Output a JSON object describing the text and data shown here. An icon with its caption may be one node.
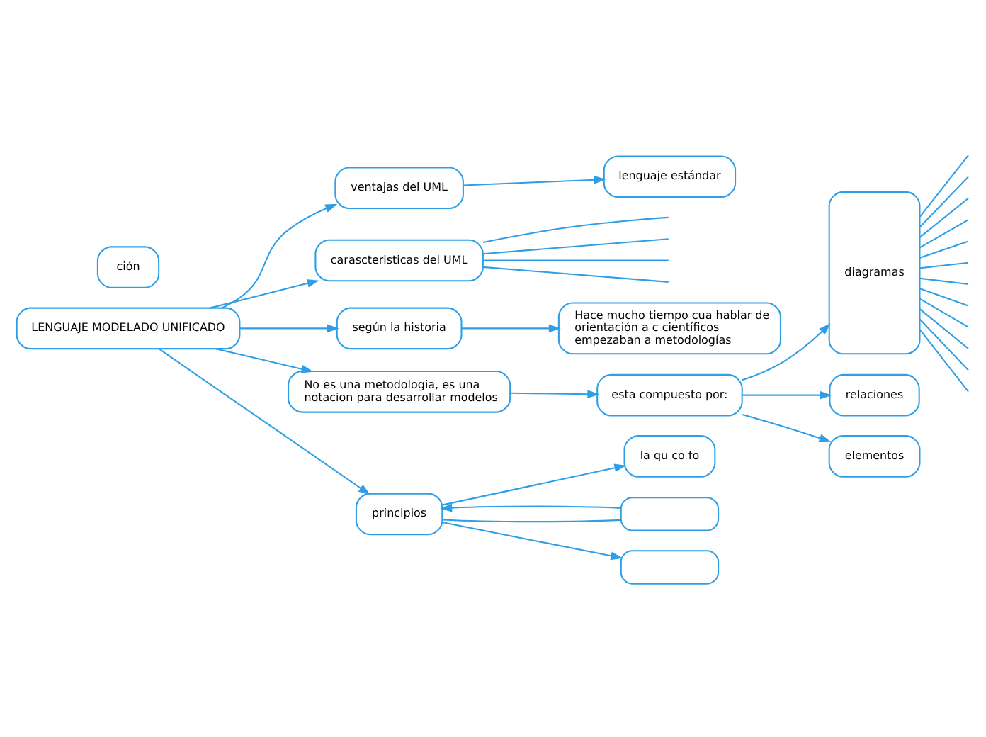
{
  "diagram": {
    "nodes": [
      {
        "text": [
          "LENGUAJE MODELADO UNIFICADO"
        ]
      },
      {
        "text": [
          "ventajas del UML"
        ]
      },
      {
        "text": [
          "lenguaje estándar"
        ]
      },
      {
        "text": [
          "carascteristicas del UML"
        ]
      },
      {
        "text": [
          "según la historia"
        ]
      },
      {
        "text": [
          "Hace mucho tiempo cua hablar de orientación a c científicos empezaban a metodologías"
        ]
      },
      {
        "text": [
          "No es una metodologia, es una notacion para desarrollar modelos"
        ]
      },
      {
        "text": [
          "esta compuesto por:"
        ]
      },
      {
        "text": [
          "diagramas"
        ]
      },
      {
        "text": [
          "relaciones"
        ]
      },
      {
        "text": [
          "elementos"
        ]
      },
      {
        "text": [
          "principios"
        ]
      },
      {
        "text": [
          "la qu co fo"
        ]
      },
      {
        "text": [],
        "shape": "box"
      },
      {
        "text": [],
        "shape": "box"
      },
      {
        "text": [
          "ción"
        ]
      }
    ],
    "edges": [
      {
        "from": 0,
        "to": 1,
        "arrow": "to"
      },
      {
        "from": 1,
        "to": 2,
        "arrow": "to"
      },
      {
        "from": 0,
        "to": 3,
        "arrow": "to"
      },
      {
        "from": 0,
        "to": 4,
        "arrow": "to"
      },
      {
        "from": 4,
        "to": 5,
        "arrow": "to"
      },
      {
        "from": 0,
        "to": 6,
        "arrow": "to"
      },
      {
        "from": 0,
        "to": 11,
        "arrow": "to"
      },
      {
        "from": 6,
        "to": 7,
        "arrow": "to"
      },
      {
        "from": 7,
        "to": 8,
        "arrow": "to"
      },
      {
        "from": 7,
        "to": 9,
        "arrow": "to"
      },
      {
        "from": 7,
        "to": 10,
        "arrow": "to"
      },
      {
        "from": 11,
        "to": 12,
        "arrow": "to"
      },
      {
        "from": 13,
        "to": 11,
        "arrow": "to"
      },
      {
        "from": 11,
        "to": 13,
        "arrow": "none"
      },
      {
        "from": 11,
        "to": 14,
        "arrow": "to"
      },
      {
        "from": 3,
        "to": null,
        "arrow": "none"
      },
      {
        "from": 3,
        "to": null,
        "arrow": "none"
      },
      {
        "from": 3,
        "to": null,
        "arrow": "none"
      },
      {
        "from": 3,
        "to": null,
        "arrow": "none"
      },
      {
        "from": 8,
        "to": null,
        "arrow": "none"
      },
      {
        "from": 8,
        "to": null,
        "arrow": "none"
      },
      {
        "from": 8,
        "to": null,
        "arrow": "none"
      },
      {
        "from": 8,
        "to": null,
        "arrow": "none"
      },
      {
        "from": 8,
        "to": null,
        "arrow": "none"
      },
      {
        "from": 8,
        "to": null,
        "arrow": "none"
      },
      {
        "from": 8,
        "to": null,
        "arrow": "none"
      },
      {
        "from": 8,
        "to": null,
        "arrow": "none"
      },
      {
        "from": 8,
        "to": null,
        "arrow": "none"
      },
      {
        "from": 8,
        "to": null,
        "arrow": "none"
      },
      {
        "from": 8,
        "to": null,
        "arrow": "none"
      },
      {
        "from": 8,
        "to": null,
        "arrow": "none"
      }
    ]
  }
}
